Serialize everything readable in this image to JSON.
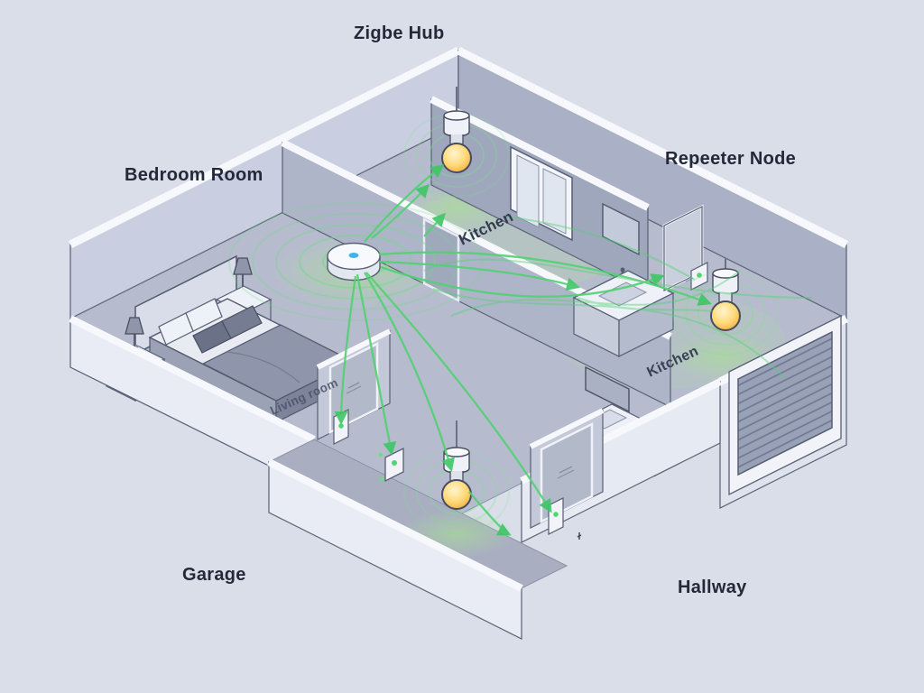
{
  "scene": {
    "labels": {
      "zigbee_hub": "Zigbe Hub",
      "bedroom": "Bedroom Room",
      "repeater_node": "Repeeter Node",
      "kitchen_top": "Kitchen",
      "kitchen_right": "Kitchen",
      "living_room": "Living room",
      "garage": "Garage",
      "hallway": "Hallway"
    },
    "devices": [
      {
        "name": "zigbee-hub-disc"
      },
      {
        "name": "smart-bulb-pendant-kitchen"
      },
      {
        "name": "smart-bulb-repeater-node"
      },
      {
        "name": "smart-bulb-hallway"
      },
      {
        "name": "door-sensor-living"
      },
      {
        "name": "door-sensor-hallway"
      },
      {
        "name": "wall-switch"
      },
      {
        "name": "wall-mount-repeater"
      }
    ],
    "colors": {
      "background": "#d9dee9",
      "mesh_line": "#52d173",
      "bulb_glow": "#f5b84e",
      "hub_led": "#3db5e8",
      "text": "#232938"
    }
  }
}
